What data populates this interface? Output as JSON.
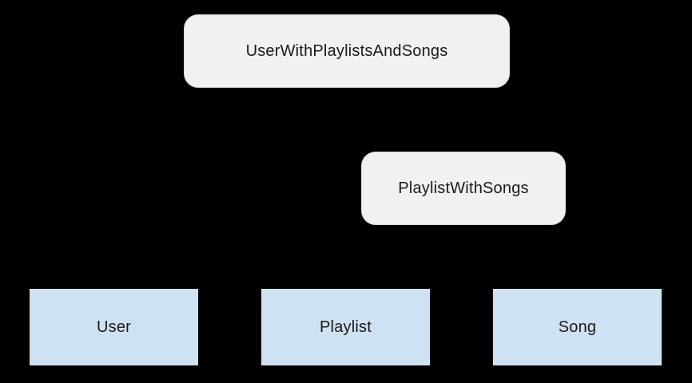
{
  "diagram": {
    "background_color": "#000000",
    "relation_node_fill": "#f1f1f1",
    "entity_node_fill": "#cfe2f3",
    "entity_node_border": "#000000",
    "nodes": [
      {
        "id": "user-with-playlists-and-songs",
        "label": "UserWithPlaylistsAndSongs",
        "kind": "relation"
      },
      {
        "id": "playlist-with-songs",
        "label": "PlaylistWithSongs",
        "kind": "relation"
      },
      {
        "id": "user",
        "label": "User",
        "kind": "entity"
      },
      {
        "id": "playlist",
        "label": "Playlist",
        "kind": "entity"
      },
      {
        "id": "song",
        "label": "Song",
        "kind": "entity"
      }
    ]
  }
}
